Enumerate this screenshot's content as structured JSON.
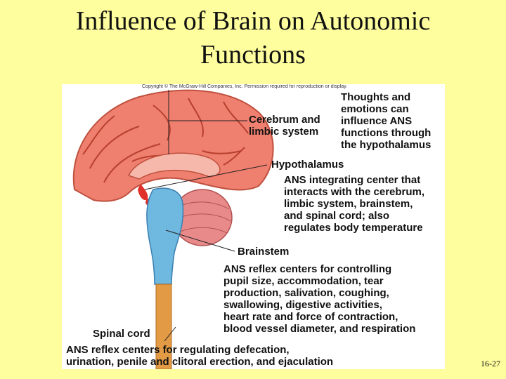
{
  "slide": {
    "title_line1": "Influence of Brain on Autonomic",
    "title_line2": "Functions",
    "slide_number": "16-27"
  },
  "figure": {
    "copyright": "Copyright © The McGraw-Hill Companies, Inc. Permission required for reproduction or display.",
    "thoughts_text": [
      "Thoughts and",
      "emotions can",
      "influence ANS",
      "functions through",
      "the hypothalamus"
    ],
    "cerebrum_label": [
      "Cerebrum and",
      "limbic system"
    ],
    "hypothalamus_label": "Hypothalamus",
    "hypothalamus_desc": [
      "ANS integrating center that",
      "interacts with the cerebrum,",
      "limbic system, brainstem,",
      "and spinal cord; also",
      "regulates body temperature"
    ],
    "brainstem_label": "Brainstem",
    "brainstem_desc": [
      "ANS reflex centers for controlling",
      "pupil size, accommodation, tear",
      "production, salivation, coughing,",
      "swallowing, digestive activities,",
      "heart rate and force of contraction,",
      "blood vessel diameter, and respiration"
    ],
    "spinal_cord_label": "Spinal cord",
    "spinal_cord_desc": [
      "ANS reflex centers for regulating defecation,",
      "urination, penile and clitoral erection, and ejaculation"
    ]
  }
}
